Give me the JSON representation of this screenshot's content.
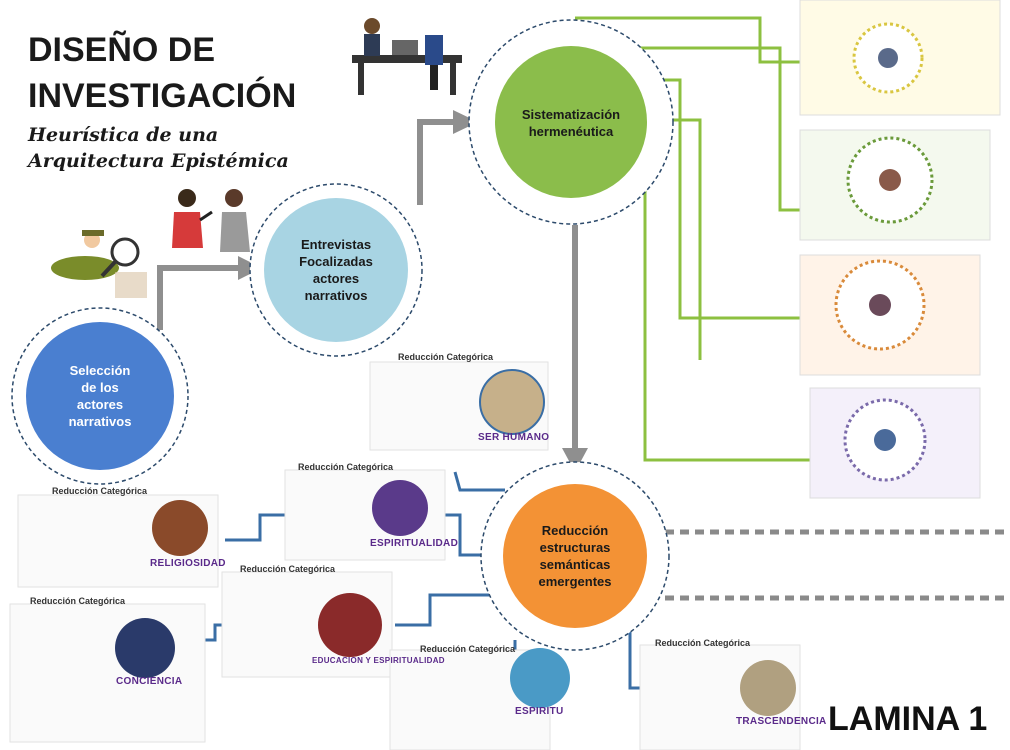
{
  "header": {
    "title_line1": "DISEÑO DE",
    "title_line2": "INVESTIGACIÓN",
    "subtitle_line1": "Heurística de una",
    "subtitle_line2": "Arquitectura Epistémica"
  },
  "nodes": {
    "seleccion": [
      "Selección",
      "de los",
      "actores",
      "narrativos"
    ],
    "entrevistas": [
      "Entrevistas",
      "Focalizadas",
      "actores",
      "narrativos"
    ],
    "sistematizacion": [
      "Sistematización",
      "hermenéutica"
    ],
    "reduccion": [
      "Reducción",
      "estructuras",
      "semánticas",
      "emergentes"
    ]
  },
  "reduccion_panels": {
    "title": "Reducción Categórica",
    "labels": {
      "ser_humano": "SER HUMANO",
      "religiosidad": "RELIGIOSIDAD",
      "espiritualidad": "ESPIRITUALIDAD",
      "conciencia": "CONCIENCIA",
      "educacion": "EDUCACION Y ESPIRITUALIDAD",
      "espiritu": "ESPIRITU",
      "trascendencia": "TRASCENDENCIA"
    }
  },
  "footer": {
    "lamina": "LAMINA 1"
  },
  "colors": {
    "seleccion": "#4a7fd0",
    "entrevistas": "#a8d4e3",
    "sistematizacion": "#8bbd4b",
    "reduccion": "#f39235",
    "arrow": "#8f8f8f",
    "green_connector": "#8dc040",
    "blue_connector": "#3a6ea5"
  }
}
